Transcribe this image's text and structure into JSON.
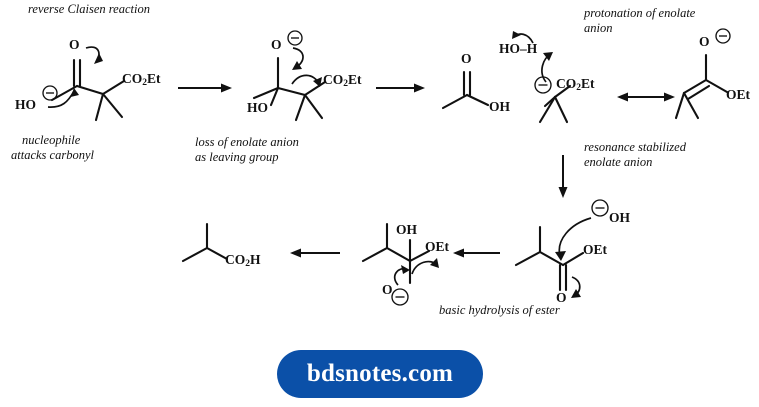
{
  "diagram": {
    "title": "reverse Claisen reaction",
    "background_color": "#ffffff",
    "ink_color": "#111111"
  },
  "captions": {
    "title": "reverse Claisen reaction",
    "nucleophile_attack_line1": "nucleophile",
    "nucleophile_attack_line2": "attacks carbonyl",
    "loss_enolate_line1": "loss of enolate anion",
    "loss_enolate_line2": "as leaving group",
    "protonation_line1": "protonation of enolate",
    "protonation_line2": "anion",
    "resonance_line1": "resonance stabilized",
    "resonance_line2": "enolate anion",
    "basic_hydrolysis": "basic hydrolysis of ester"
  },
  "structures": {
    "s1_starting_ketoester": {
      "name": "ethyl 2,2-dimethyl-3-oxobutanoate",
      "labels": {
        "carbonyl_o": "O",
        "ester": "CO2Et",
        "nucleophile": "HO"
      },
      "charges": [
        "minus on hydroxide oxygen"
      ]
    },
    "s2_tetrahedral": {
      "name": "tetrahedral alkoxide intermediate",
      "labels": {
        "alkoxide_o": "O",
        "hydroxyl": "HO",
        "ester": "CO2Et"
      },
      "charges": [
        "minus on alkoxide oxygen"
      ]
    },
    "s3_acetic_acid": {
      "name": "acetic acid",
      "labels": {
        "carbonyl_o": "O",
        "hydroxyl": "OH"
      }
    },
    "s4_water": {
      "name": "water proton source",
      "labels": {
        "water": "HO−H"
      }
    },
    "s5_carbanion": {
      "name": "enolate anion carbanion form",
      "labels": {
        "ester": "CO2Et"
      },
      "charges": [
        "minus on carbanion carbon"
      ]
    },
    "s6_enolate_resonance": {
      "name": "enolate anion enol ether resonance form",
      "labels": {
        "alkoxide_o": "O",
        "ester_o": "OEt"
      },
      "charges": [
        "minus on alkoxide oxygen"
      ]
    },
    "s7_ester": {
      "name": "ethyl isobutyrate",
      "labels": {
        "ester_o": "OEt",
        "carbonyl_o": "O",
        "hydroxide": "OH"
      },
      "charges": [
        "minus on hydroxide oxygen"
      ]
    },
    "s8_tetrahedral2": {
      "name": "tetrahedral intermediate of ester hydrolysis",
      "labels": {
        "hydroxyl": "OH",
        "ester_o": "OEt",
        "alkoxide_o": "O"
      },
      "charges": [
        "minus on alkoxide oxygen"
      ]
    },
    "s9_product_acid": {
      "name": "isobutyric acid",
      "labels": {
        "acid": "CO2H"
      }
    }
  },
  "arrows": {
    "step1_to_2": "reaction arrow right",
    "step2_to_3": "reaction arrow right",
    "resonance": "double headed resonance arrow",
    "down_to_hydrolysis": "reaction arrow down",
    "step7_to_8": "reaction arrow left",
    "step8_to_9": "reaction arrow left"
  },
  "watermark": {
    "text": "bdsnotes.com",
    "background_color": "#0b50a8",
    "text_color": "#ffffff"
  }
}
